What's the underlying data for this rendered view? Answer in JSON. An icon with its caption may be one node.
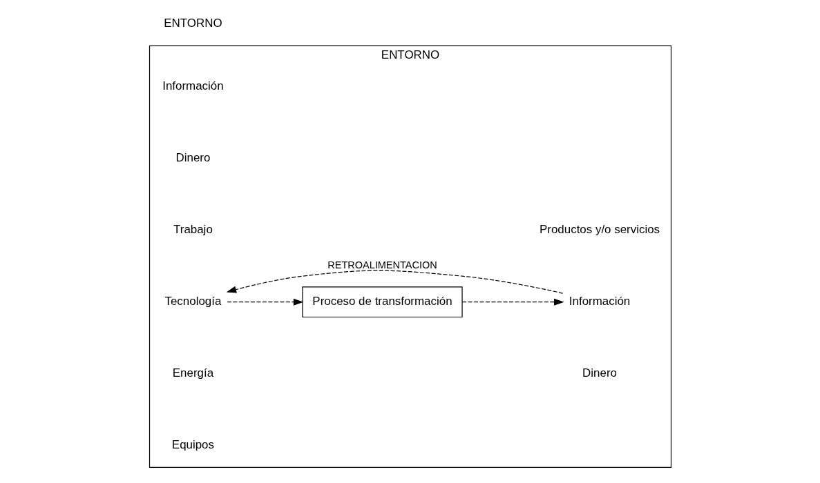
{
  "diagram": {
    "nodes": [
      {
        "text": [
          "ENTORNO"
        ]
      },
      {
        "text": [
          "Información"
        ],
        "in": 0
      },
      {
        "text": [
          "Dinero"
        ],
        "in": 0
      },
      {
        "text": [
          "Trabajo"
        ],
        "in": 0
      },
      {
        "text": [
          "Tecnología"
        ],
        "in": 0
      },
      {
        "text": [
          "Energía"
        ],
        "in": 0
      },
      {
        "text": [
          "Equipos"
        ],
        "in": 0
      },
      {
        "text": [
          "Proceso de transformación"
        ],
        "in": 0
      },
      {
        "text": [
          "Productos y/o servicios"
        ],
        "in": 0
      },
      {
        "text": [
          "Información"
        ],
        "in": 0
      },
      {
        "text": [
          "Dinero"
        ],
        "in": 0
      }
    ],
    "edges": [
      {
        "from": 4,
        "to": 7,
        "arrow": "to",
        "style": "dashed"
      },
      {
        "from": 7,
        "to": 9,
        "arrow": "to",
        "style": "dashed"
      },
      {
        "from": 9,
        "to": 4,
        "arrow": "to",
        "style": "dashed",
        "label": "RETROALIMENTACION"
      }
    ],
    "labels": [
      "ENTORNO"
    ]
  }
}
